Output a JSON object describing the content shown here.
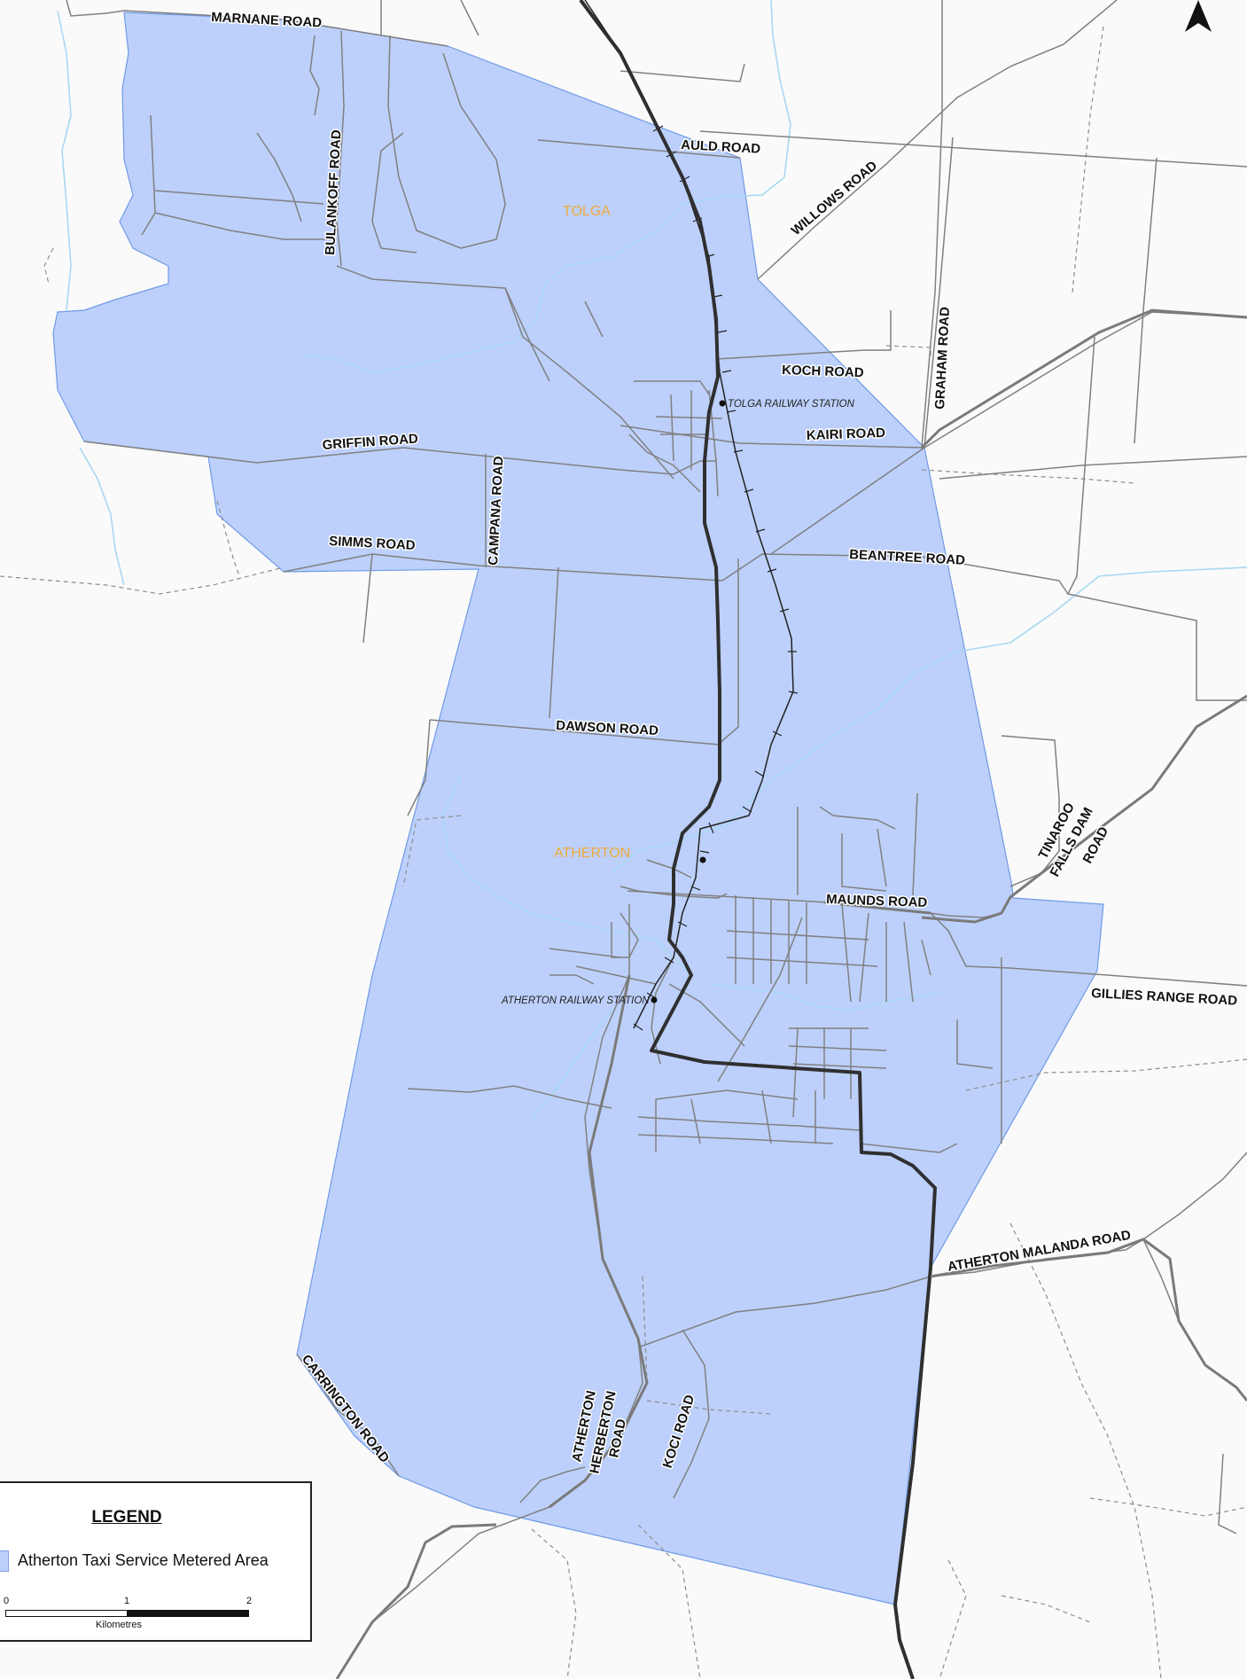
{
  "colors": {
    "background": "#fafafa",
    "metered_area_fill": "#bdd0fb",
    "metered_area_stroke": "#6f9be6",
    "highway": "#2f2f2f",
    "road": "#7a7a7a",
    "waterway": "#a7d8f2",
    "town_label": "#f0a93a"
  },
  "roads": {
    "marnane": "MARNANE ROAD",
    "auld": "AULD ROAD",
    "willows": "WILLOWS ROAD",
    "bulankoff": "BULANKOFF ROAD",
    "koch": "KOCH ROAD",
    "graham": "GRAHAM ROAD",
    "kairi": "KAIRI ROAD",
    "griffin": "GRIFFIN ROAD",
    "campana": "CAMPANA ROAD",
    "simms": "SIMMS ROAD",
    "beantree": "BEANTREE ROAD",
    "dawson": "DAWSON ROAD",
    "tinaroo_1": "TINAROO",
    "tinaroo_2": "FALLS DAM",
    "tinaroo_3": "ROAD",
    "maunds": "MAUNDS ROAD",
    "gillies": "GILLIES RANGE ROAD",
    "atherton_malanda": "ATHERTON MALANDA ROAD",
    "carrington": "CARRINGTON ROAD",
    "ah_1": "ATHERTON",
    "ah_2": "HERBERTON",
    "ah_3": "ROAD",
    "koci": "KOCI ROAD"
  },
  "towns": {
    "tolga": "TOLGA",
    "atherton": "ATHERTON"
  },
  "stations": {
    "tolga": "TOLGA RAILWAY STATION",
    "atherton": "ATHERTON RAILWAY STATION"
  },
  "legend": {
    "title": "LEGEND",
    "item": "Atherton Taxi Service Metered  Area",
    "scale_ticks": [
      "0",
      "1",
      "2"
    ],
    "scale_unit": "Kilometres"
  },
  "icons": {
    "north_arrow": "north-arrow-icon",
    "station": "station-dot-icon"
  }
}
